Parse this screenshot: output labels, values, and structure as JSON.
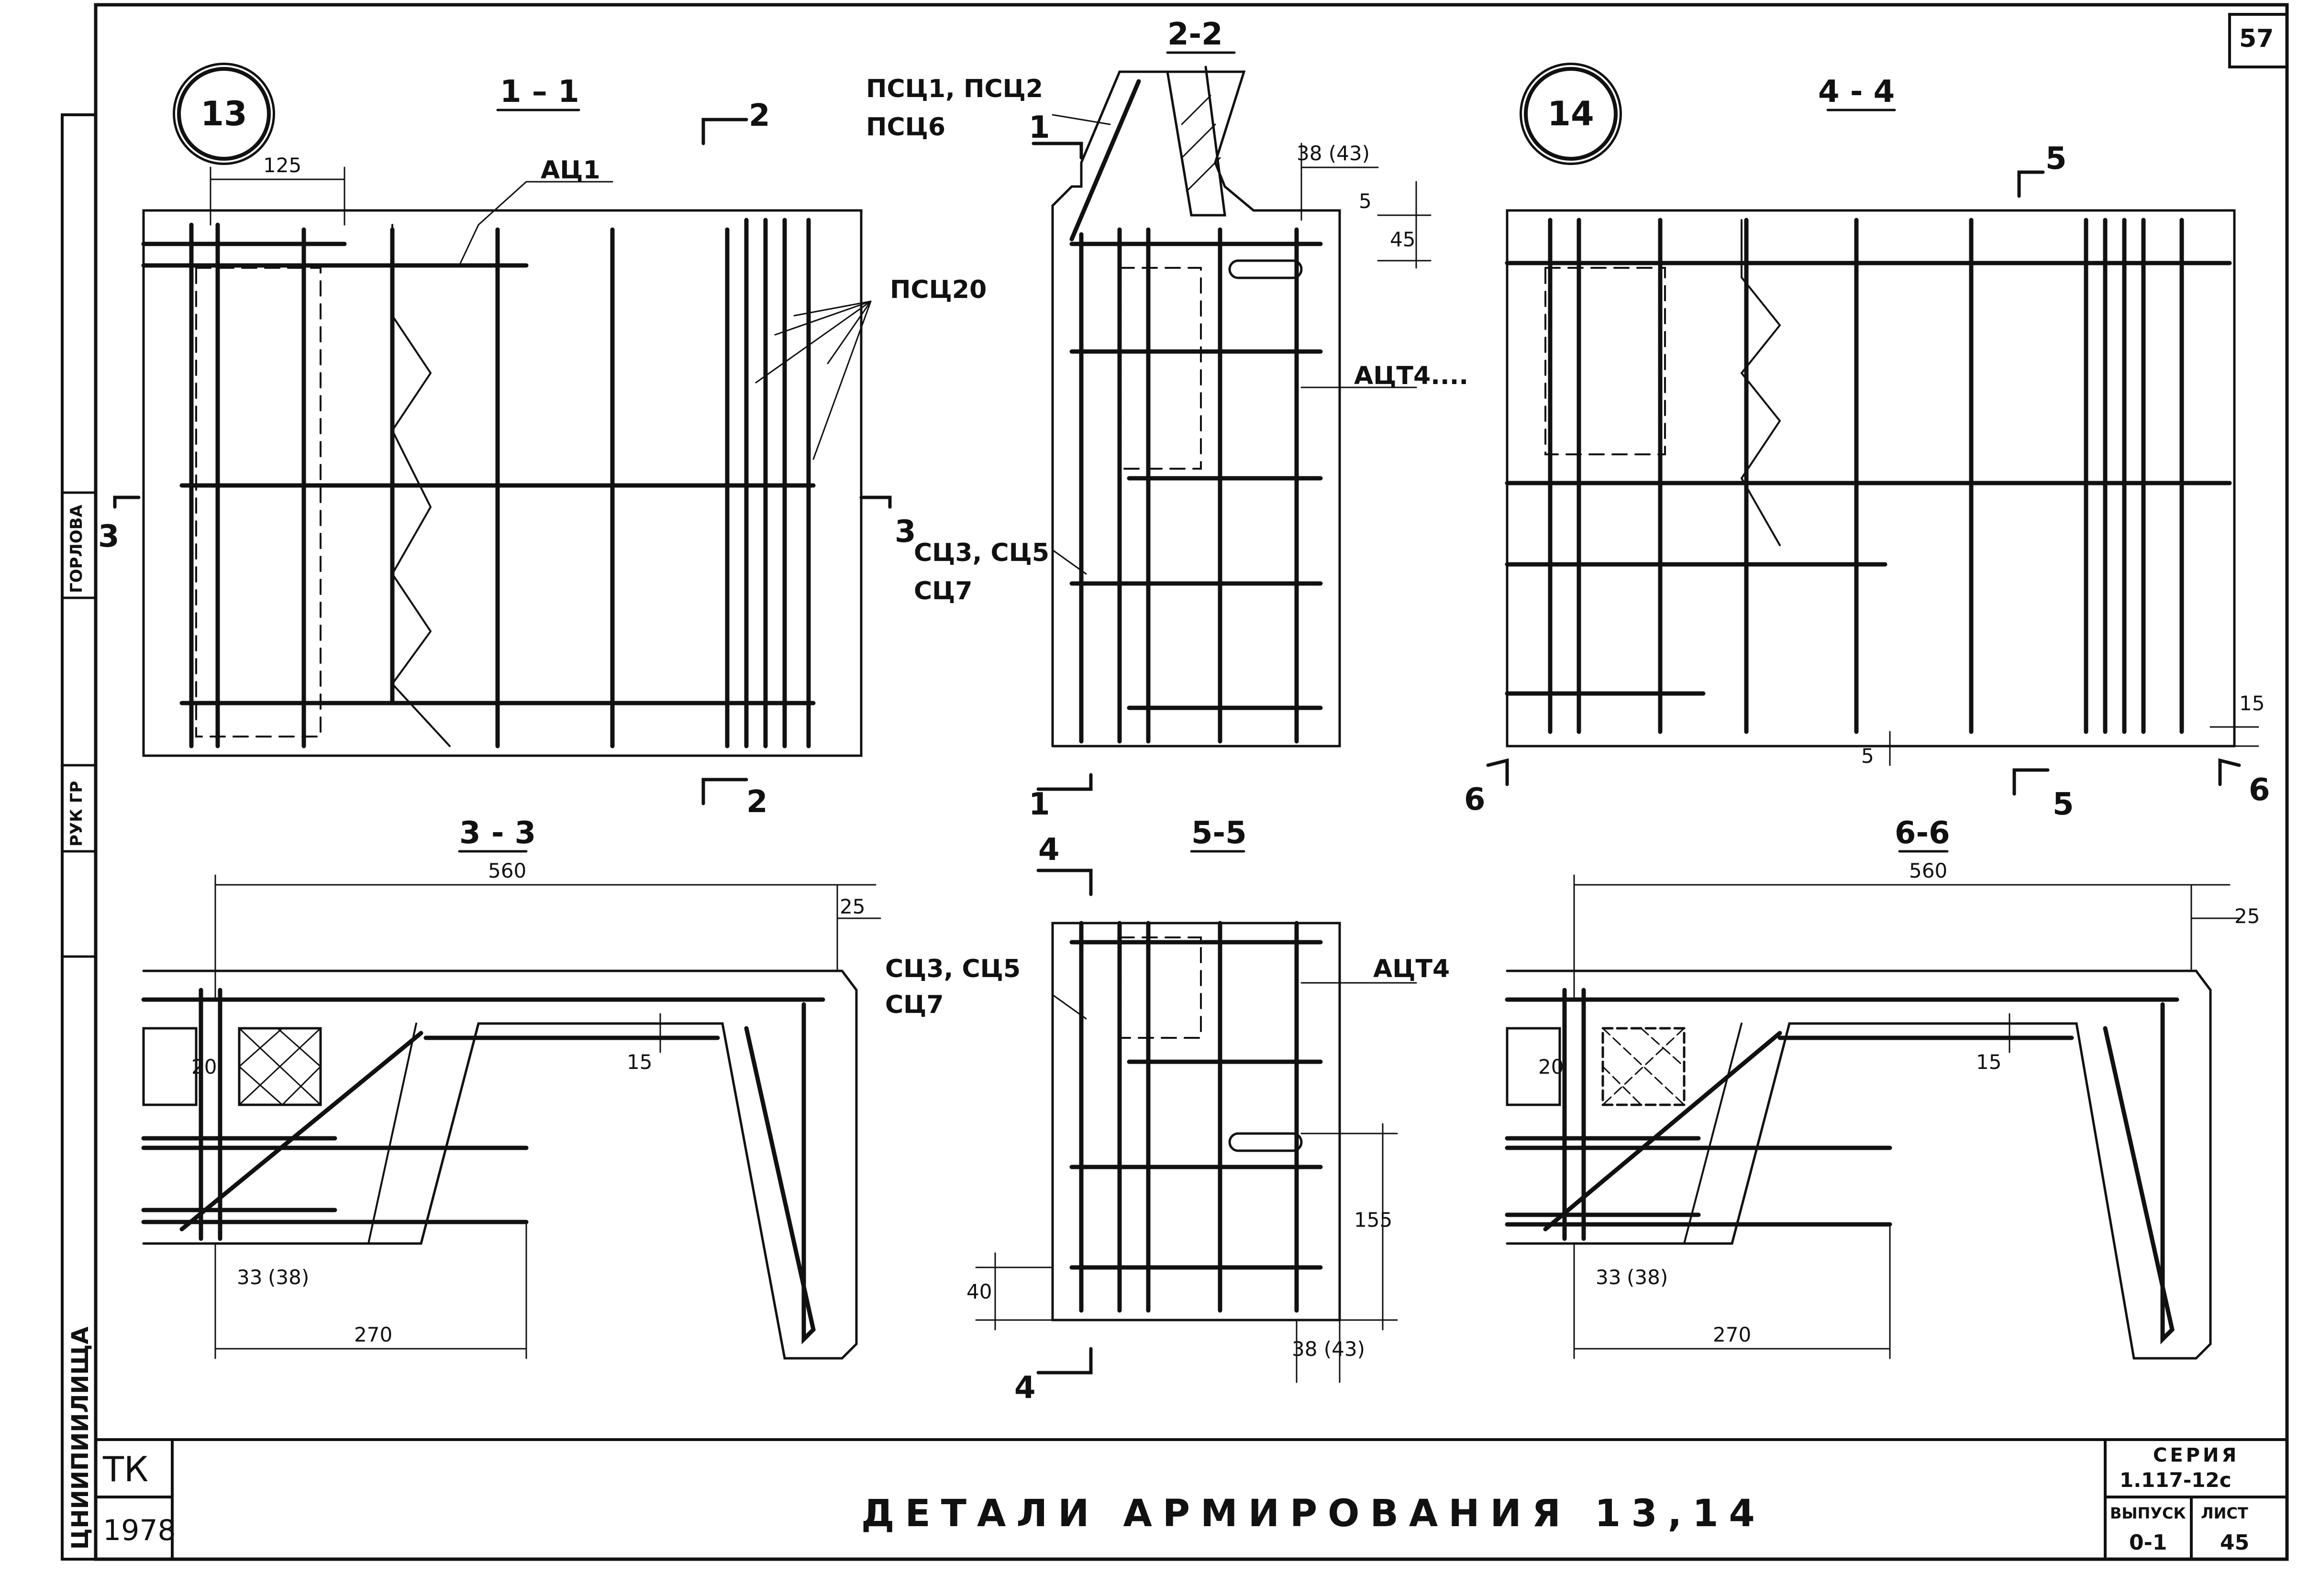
{
  "sheet_number": "57",
  "sidebar": {
    "stamp_top": "ГОРЛОВА",
    "stamp_bottom": "РУК ГР",
    "org": "ЦНИИПИИЛИЩА"
  },
  "detail_13": {
    "marker": "13",
    "section_title": "1 – 1",
    "dim_125": "125",
    "label_atsi1": "АЦ1",
    "label_pscs20": "ПСЦ20",
    "cut_2_top": "2",
    "cut_2_bottom": "2",
    "cut_3_left": "3",
    "cut_3_right": "3"
  },
  "detail_22": {
    "section_title": "2-2",
    "label_psc": "ПСЦ1, ПСЦ2",
    "label_psc6": "ПСЦ6",
    "cut_1_top": "1",
    "cut_1_bottom": "1",
    "dim_38_43": "38 (43)",
    "dim_5": "5",
    "dim_45": "45",
    "label_atst4": "АЦТ4....",
    "label_sc": "СЦ3, СЦ5",
    "label_sc7": "СЦ7"
  },
  "detail_14": {
    "marker": "14",
    "section_title": "4 - 4",
    "cut_5_top": "5",
    "cut_5_bottom": "5",
    "cut_6_left": "6",
    "cut_6_right": "6",
    "dim_15": "15",
    "dim_5": "5"
  },
  "detail_33": {
    "section_title": "3 - 3",
    "dim_560": "560",
    "dim_25": "25",
    "dim_20": "20",
    "dim_15": "15",
    "dim_33": "33",
    "dim_38": "(38)",
    "dim_270": "270"
  },
  "detail_55": {
    "section_title": "5-5",
    "cut_4_top": "4",
    "cut_4_bottom": "4",
    "label_sc": "СЦ3, СЦ5",
    "label_sc7": "СЦ7",
    "label_atst4": "АЦТ4",
    "dim_155": "155",
    "dim_40": "40",
    "dim_38_43": "38 (43)"
  },
  "detail_66": {
    "section_title": "6-6",
    "dim_560": "560",
    "dim_25": "25",
    "dim_20": "20",
    "dim_15": "15",
    "dim_33": "33",
    "dim_38": "(38)",
    "dim_270": "270"
  },
  "title_block": {
    "code": "ТК",
    "year": "1978",
    "title": "ДЕТАЛИ АРМИРОВАНИЯ 13,14",
    "series_label": "СЕРИЯ",
    "series_value": "1.117-12с",
    "issue_label": "ВЫПУСК",
    "issue_value": "0-1",
    "sheet_label": "ЛИСТ",
    "sheet_value": "45"
  }
}
